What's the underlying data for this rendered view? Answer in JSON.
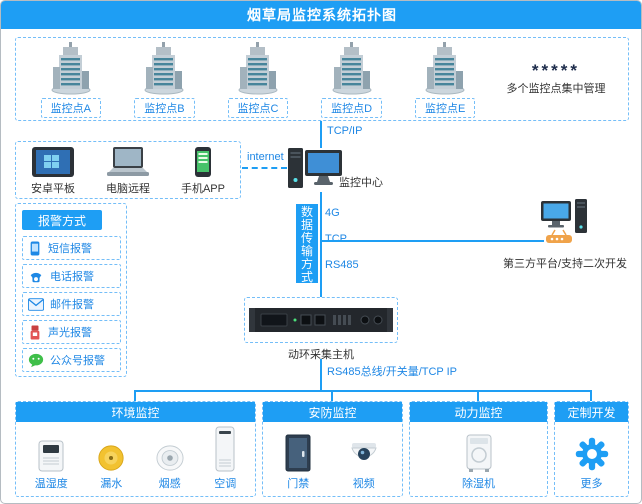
{
  "colors": {
    "accent": "#1E9EF4",
    "dashed_border": "#74BEF8",
    "label_blue": "#1E87E5"
  },
  "header": {
    "title": "烟草局监控系统拓扑图"
  },
  "sites": {
    "items": [
      {
        "label": "监控点A"
      },
      {
        "label": "监控点B"
      },
      {
        "label": "监控点C"
      },
      {
        "label": "监控点D"
      },
      {
        "label": "监控点E"
      }
    ],
    "dots": "*****",
    "note": "多个监控点集中管理"
  },
  "links": {
    "tcpip": "TCP/IP",
    "internet": "internet",
    "bus": "RS485总线/开关量/TCP IP"
  },
  "clients": {
    "items": [
      {
        "label": "安卓平板"
      },
      {
        "label": "电脑远程"
      },
      {
        "label": "手机APP"
      }
    ]
  },
  "center": {
    "label": "监控中心"
  },
  "transmission": {
    "title": "数据传输方式",
    "modes": [
      {
        "label": "4G"
      },
      {
        "label": "TCP"
      },
      {
        "label": "RS485"
      }
    ]
  },
  "alarm": {
    "title": "报警方式",
    "items": [
      {
        "label": "短信报警"
      },
      {
        "label": "电话报警"
      },
      {
        "label": "邮件报警"
      },
      {
        "label": "声光报警"
      },
      {
        "label": "公众号报警"
      }
    ]
  },
  "third_party": {
    "label": "第三方平台/支持二次开发"
  },
  "host": {
    "label": "动环采集主机"
  },
  "categories": [
    {
      "title": "环境监控",
      "devices": [
        {
          "label": "温湿度"
        },
        {
          "label": "漏水"
        },
        {
          "label": "烟感"
        },
        {
          "label": "空调"
        }
      ]
    },
    {
      "title": "安防监控",
      "devices": [
        {
          "label": "门禁"
        },
        {
          "label": "视频"
        }
      ]
    },
    {
      "title": "动力监控",
      "devices": [
        {
          "label": "除湿机"
        }
      ]
    },
    {
      "title": "定制开发",
      "devices": [
        {
          "label": "更多"
        }
      ]
    }
  ]
}
